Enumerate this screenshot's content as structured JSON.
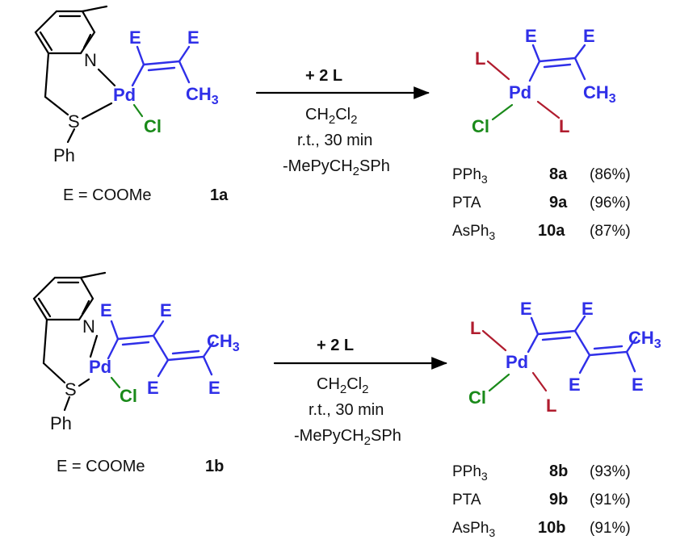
{
  "colors": {
    "ligand_atoms": "#2f2fe8",
    "chloride": "#1a8a1a",
    "incoming_ligand": "#b01c2e",
    "black": "#111111"
  },
  "atoms": {
    "N": "N",
    "S": "S",
    "Pd": "Pd",
    "Cl": "Cl",
    "E": "E",
    "L": "L",
    "Ph": "Ph",
    "CH": "CH",
    "three": "3"
  },
  "reaction1": {
    "definition": "E = COOMe",
    "start_label": "1a",
    "reagent": "+ 2 L",
    "solvent_main": "CH",
    "solvent_sub1": "2",
    "solvent_cl": "Cl",
    "solvent_sub2": "2",
    "conditions": "r.t., 30 min",
    "byproduct_pre": "-MePyCH",
    "byproduct_sub": "2",
    "byproduct_post": "SPh",
    "products": [
      {
        "ligand": "PPh",
        "ligand_sub": "3",
        "label": "8a",
        "yield": "(86%)"
      },
      {
        "ligand": "PTA",
        "ligand_sub": "",
        "label": "9a",
        "yield": "(96%)"
      },
      {
        "ligand": "AsPh",
        "ligand_sub": "3",
        "label": "10a",
        "yield": "(87%)"
      }
    ]
  },
  "reaction2": {
    "definition": "E = COOMe",
    "start_label": "1b",
    "reagent": "+ 2 L",
    "solvent_main": "CH",
    "solvent_sub1": "2",
    "solvent_cl": "Cl",
    "solvent_sub2": "2",
    "conditions": "r.t., 30 min",
    "byproduct_pre": "-MePyCH",
    "byproduct_sub": "2",
    "byproduct_post": "SPh",
    "products": [
      {
        "ligand": "PPh",
        "ligand_sub": "3",
        "label": "8b",
        "yield": "(93%)"
      },
      {
        "ligand": "PTA",
        "ligand_sub": "",
        "label": "9b",
        "yield": "(91%)"
      },
      {
        "ligand": "AsPh",
        "ligand_sub": "3",
        "label": "10b",
        "yield": "(91%)"
      }
    ]
  }
}
